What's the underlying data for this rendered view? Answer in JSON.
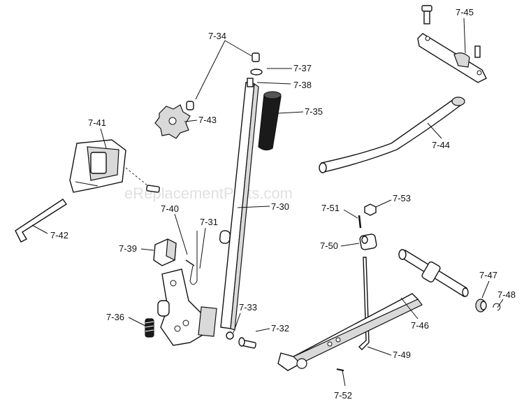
{
  "watermark": "eReplacementParts.com",
  "labels": {
    "l734": "7-34",
    "l737": "7-37",
    "l738": "7-38",
    "l735": "7-35",
    "l743": "7-43",
    "l741": "7-41",
    "l742": "7-42",
    "l740": "7-40",
    "l731": "7-31",
    "l730": "7-30",
    "l739": "7-39",
    "l736": "7-36",
    "l733": "7-33",
    "l732": "7-32",
    "l745": "7-45",
    "l744": "7-44",
    "l753": "7-53",
    "l751": "7-51",
    "l750": "7-50",
    "l747": "7-47",
    "l748": "7-48",
    "l746": "7-46",
    "l749": "7-49",
    "l752": "7-52"
  }
}
